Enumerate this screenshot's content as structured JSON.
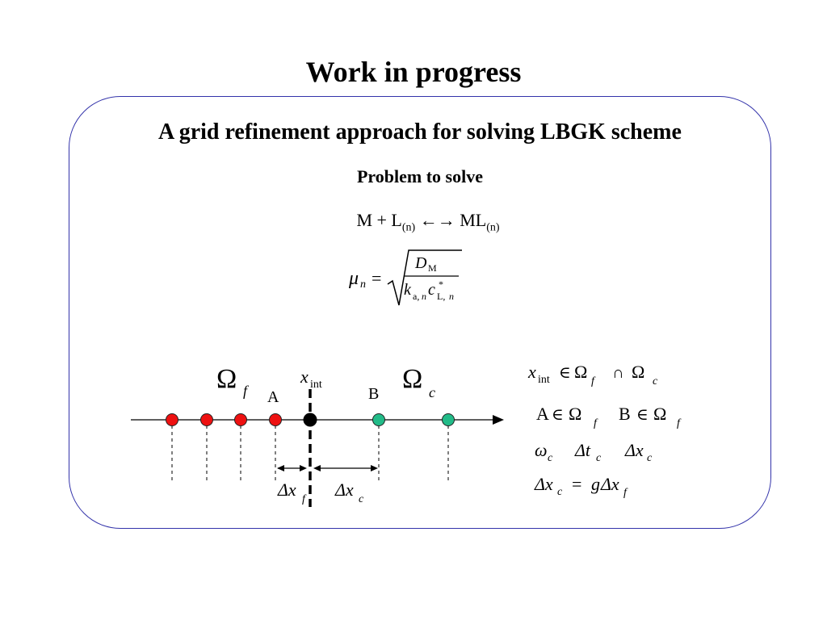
{
  "title": "Work in progress",
  "subtitle": "A grid refinement approach for solving LBGK scheme",
  "problem_heading": "Problem to solve",
  "reaction": {
    "left": "M + L",
    "left_sub": "(n)",
    "arrows": "←→",
    "right": "ML",
    "right_sub": "(n)"
  },
  "mu_formula": {
    "mu": "μ",
    "n": "n",
    "equals": "=",
    "D": "D",
    "D_sub": "M",
    "k": "k",
    "k_sub": "a,",
    "k_sub_n": "n",
    "c": "c",
    "c_sup": "*",
    "c_sub": "L,",
    "c_sub_n": "n"
  },
  "diagram": {
    "omega": "Ω",
    "omega_f_sub": "f",
    "omega_c_sub": "c",
    "x_int": "x",
    "x_int_sub": "int",
    "label_A": "A",
    "label_B": "B",
    "dx": "Δx",
    "dx_f_sub": "f",
    "dx_c_sub": "c",
    "colors": {
      "fine": "#ee1111",
      "coarse": "#22bb88",
      "interface": "#000000",
      "frame": "#3333aa"
    }
  },
  "relations": {
    "line1": {
      "x": "x",
      "sub": "int",
      "in": "∈",
      "omega": "Ω",
      "f": "f",
      "cap": "∩",
      "c": "c"
    },
    "line2": {
      "A": "A",
      "B": "B",
      "in": "∈",
      "omega": "Ω",
      "f": "f"
    },
    "line3": {
      "omega": "ω",
      "c": "c",
      "dt": "Δt",
      "dx": "Δx"
    },
    "line4": {
      "dx": "Δx",
      "c": "c",
      "equals": "=",
      "g": "g",
      "f": "f"
    }
  }
}
